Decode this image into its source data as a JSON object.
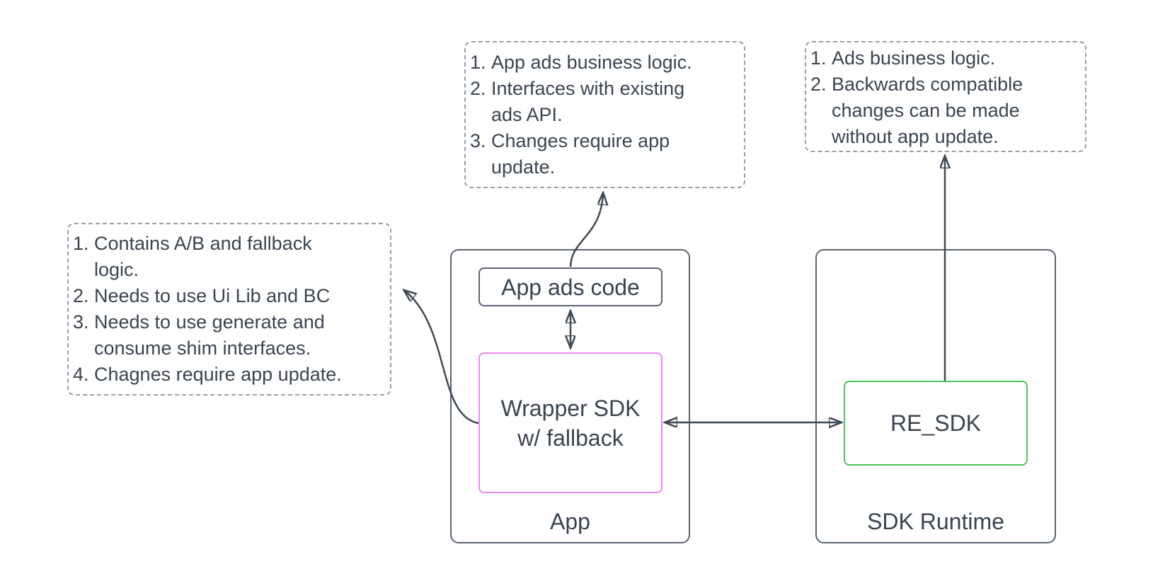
{
  "diagram_title": "Wrapper SDK / SDK Runtime architecture diagram",
  "colors": {
    "background": "#ffffff",
    "text": "#3a4450",
    "solid_border": "#5b646e",
    "dashed_border": "#989fa7",
    "wrapper_sdk_border_pink": "#ea8af2",
    "re_sdk_border_green": "#4dc35c",
    "arrow": "#3f4a55"
  },
  "notes": {
    "app_ads": {
      "items": [
        {
          "num": "1.",
          "lines": [
            "App ads business logic."
          ]
        },
        {
          "num": "2.",
          "lines": [
            "Interfaces with existing",
            "ads API."
          ]
        },
        {
          "num": "3.",
          "lines": [
            "Changes require app",
            "update."
          ]
        }
      ]
    },
    "re_sdk": {
      "items": [
        {
          "num": "1.",
          "lines": [
            "Ads business logic."
          ]
        },
        {
          "num": "2.",
          "lines": [
            "Backwards compatible",
            "changes can be made",
            "without app update."
          ]
        }
      ]
    },
    "wrapper": {
      "items": [
        {
          "num": "1.",
          "lines": [
            "Contains A/B and fallback",
            "logic."
          ]
        },
        {
          "num": "2.",
          "lines": [
            "Needs to use Ui Lib and BC"
          ]
        },
        {
          "num": "3.",
          "lines": [
            "Needs to use generate and",
            "consume shim interfaces."
          ]
        },
        {
          "num": "4.",
          "lines": [
            "Chagnes require app update."
          ]
        }
      ]
    }
  },
  "containers": {
    "app": {
      "label": "App"
    },
    "sdk_runtime": {
      "label": "SDK Runtime"
    }
  },
  "nodes": {
    "app_ads_code": {
      "label": "App ads code"
    },
    "wrapper_sdk": {
      "lines": [
        "Wrapper SDK",
        "w/ fallback"
      ]
    },
    "re_sdk": {
      "label": "RE_SDK"
    }
  }
}
